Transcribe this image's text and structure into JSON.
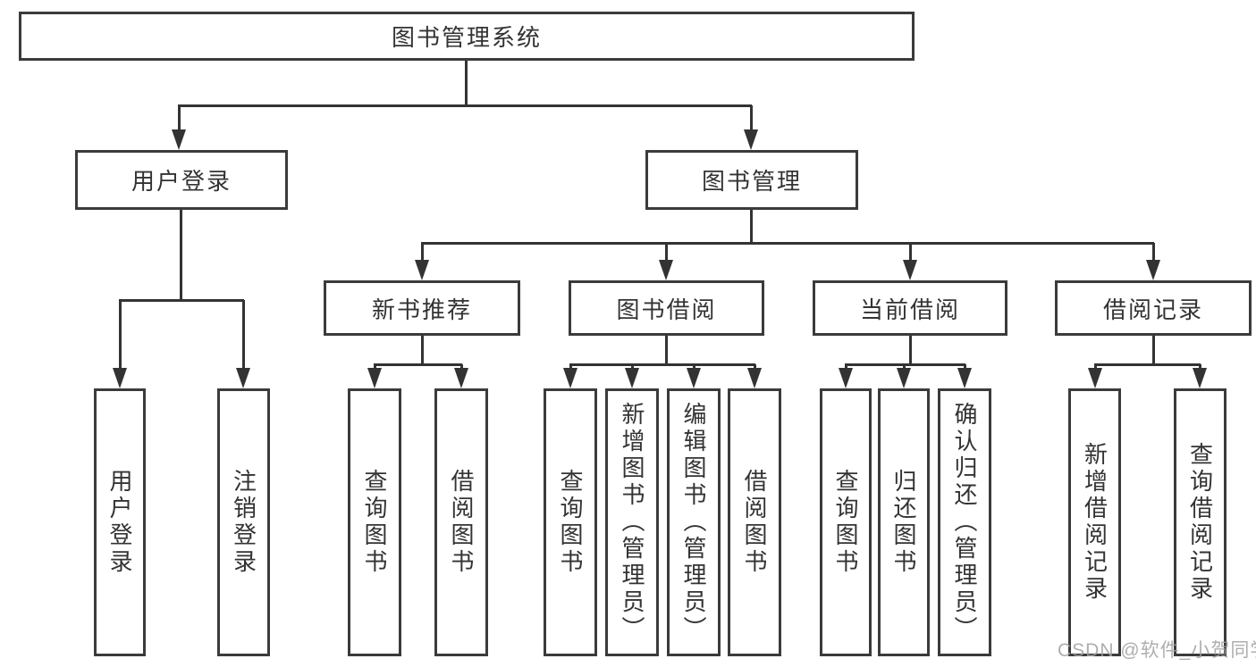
{
  "diagram": {
    "tree": {
      "label": "图书管理系统",
      "children": [
        {
          "label": "用户登录",
          "children": [
            {
              "label": "用户登录"
            },
            {
              "label": "注销登录"
            }
          ]
        },
        {
          "label": "图书管理",
          "children": [
            {
              "label": "新书推荐",
              "children": [
                {
                  "label": "查询图书"
                },
                {
                  "label": "借阅图书"
                }
              ]
            },
            {
              "label": "图书借阅",
              "children": [
                {
                  "label": "查询图书"
                },
                {
                  "label": "新增图书（管理员）"
                },
                {
                  "label": "编辑图书（管理员）"
                },
                {
                  "label": "借阅图书"
                }
              ]
            },
            {
              "label": "当前借阅",
              "children": [
                {
                  "label": "查询图书"
                },
                {
                  "label": "归还图书"
                },
                {
                  "label": "确认归还（管理员）"
                }
              ]
            },
            {
              "label": "借阅记录",
              "children": [
                {
                  "label": "新增借阅记录"
                },
                {
                  "label": "查询借阅记录"
                }
              ]
            }
          ]
        }
      ]
    },
    "line_color": "#333333",
    "watermark": "CSDN @软件_小贺同学"
  }
}
